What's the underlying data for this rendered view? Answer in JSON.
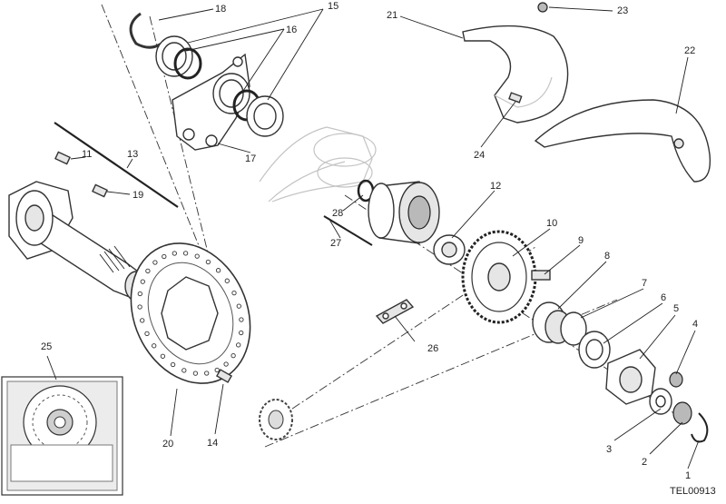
{
  "drawing_code": "TEL00913",
  "callouts": [
    "1",
    "2",
    "3",
    "4",
    "5",
    "6",
    "7",
    "8",
    "9",
    "10",
    "11",
    "12",
    "13",
    "14",
    "15",
    "16",
    "17",
    "18",
    "19",
    "20",
    "21",
    "22",
    "23",
    "24",
    "25",
    "26",
    "27",
    "28"
  ]
}
